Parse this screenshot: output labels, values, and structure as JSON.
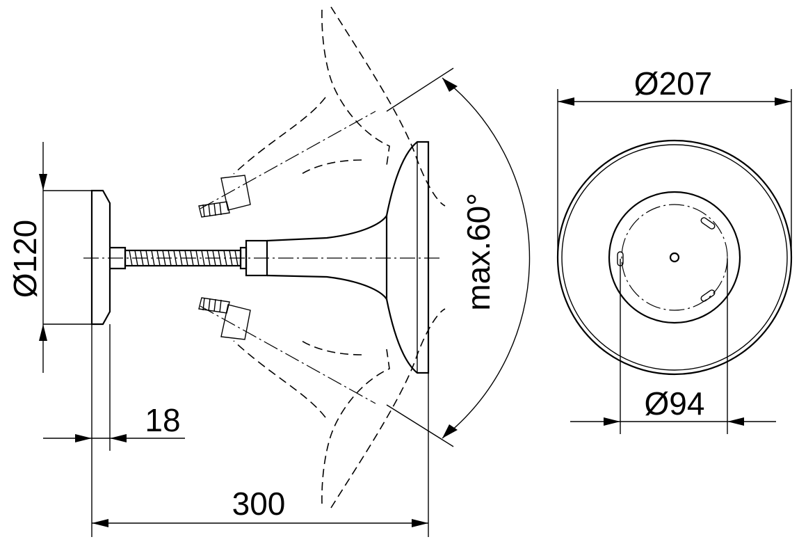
{
  "dimensions": {
    "mount_diameter": "Ø120",
    "plate_thickness": "18",
    "total_length": "300",
    "tilt_angle": "max.60°",
    "head_diameter": "Ø207",
    "rose_diameter": "Ø94"
  }
}
